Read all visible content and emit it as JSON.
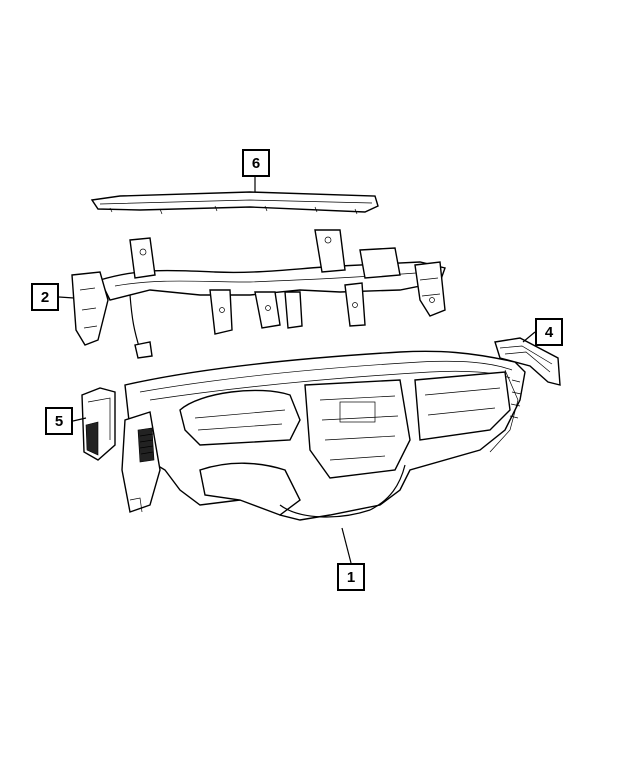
{
  "callouts": {
    "c1": "1",
    "c2": "2",
    "c4": "4",
    "c5": "5",
    "c6": "6"
  }
}
